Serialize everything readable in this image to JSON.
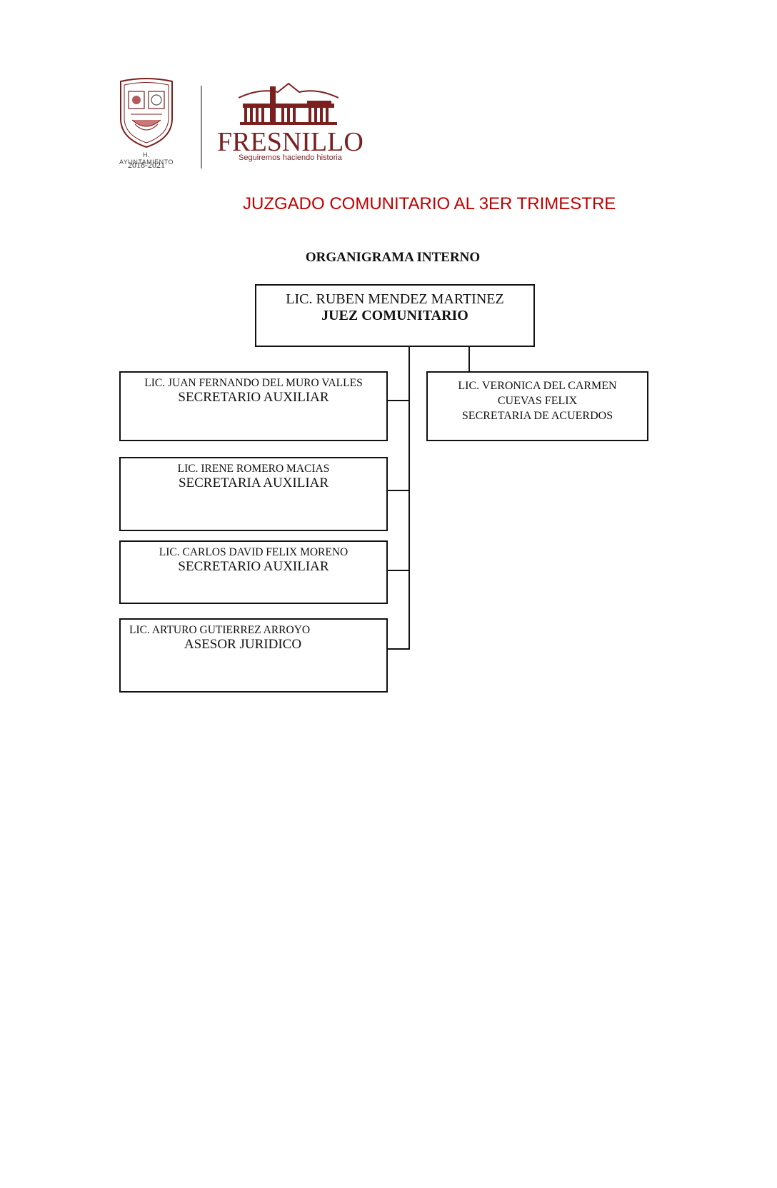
{
  "header": {
    "crest": {
      "caption": "H. AYUNTAMIENTO",
      "years": "2018-2021"
    },
    "brand": {
      "name": "FRESNILLO",
      "tagline": "Seguiremos haciendo historia"
    }
  },
  "title": "JUZGADO COMUNITARIO AL 3ER TRIMESTRE",
  "subtitle": "ORGANIGRAMA INTERNO",
  "org": {
    "juez": {
      "name": "LIC. RUBEN MENDEZ MARTINEZ",
      "role": "JUEZ COMUNITARIO"
    },
    "secretario_1": {
      "name": "LIC. JUAN FERNANDO DEL MURO VALLES",
      "role": "SECRETARIO AUXILIAR"
    },
    "secretaria_2": {
      "name": "LIC. IRENE ROMERO MACIAS",
      "role": "SECRETARIA AUXILIAR"
    },
    "secretario_3": {
      "name": "LIC. CARLOS DAVID FELIX MORENO",
      "role": "SECRETARIO AUXILIAR"
    },
    "asesor": {
      "name": "LIC. ARTURO GUTIERREZ  ARROYO",
      "role": "ASESOR JURIDICO"
    },
    "acuerdos": {
      "name_line1": "LIC.  VERONICA DEL CARMEN",
      "name_line2": "CUEVAS FELIX",
      "role": "SECRETARIA DE ACUERDOS"
    }
  }
}
